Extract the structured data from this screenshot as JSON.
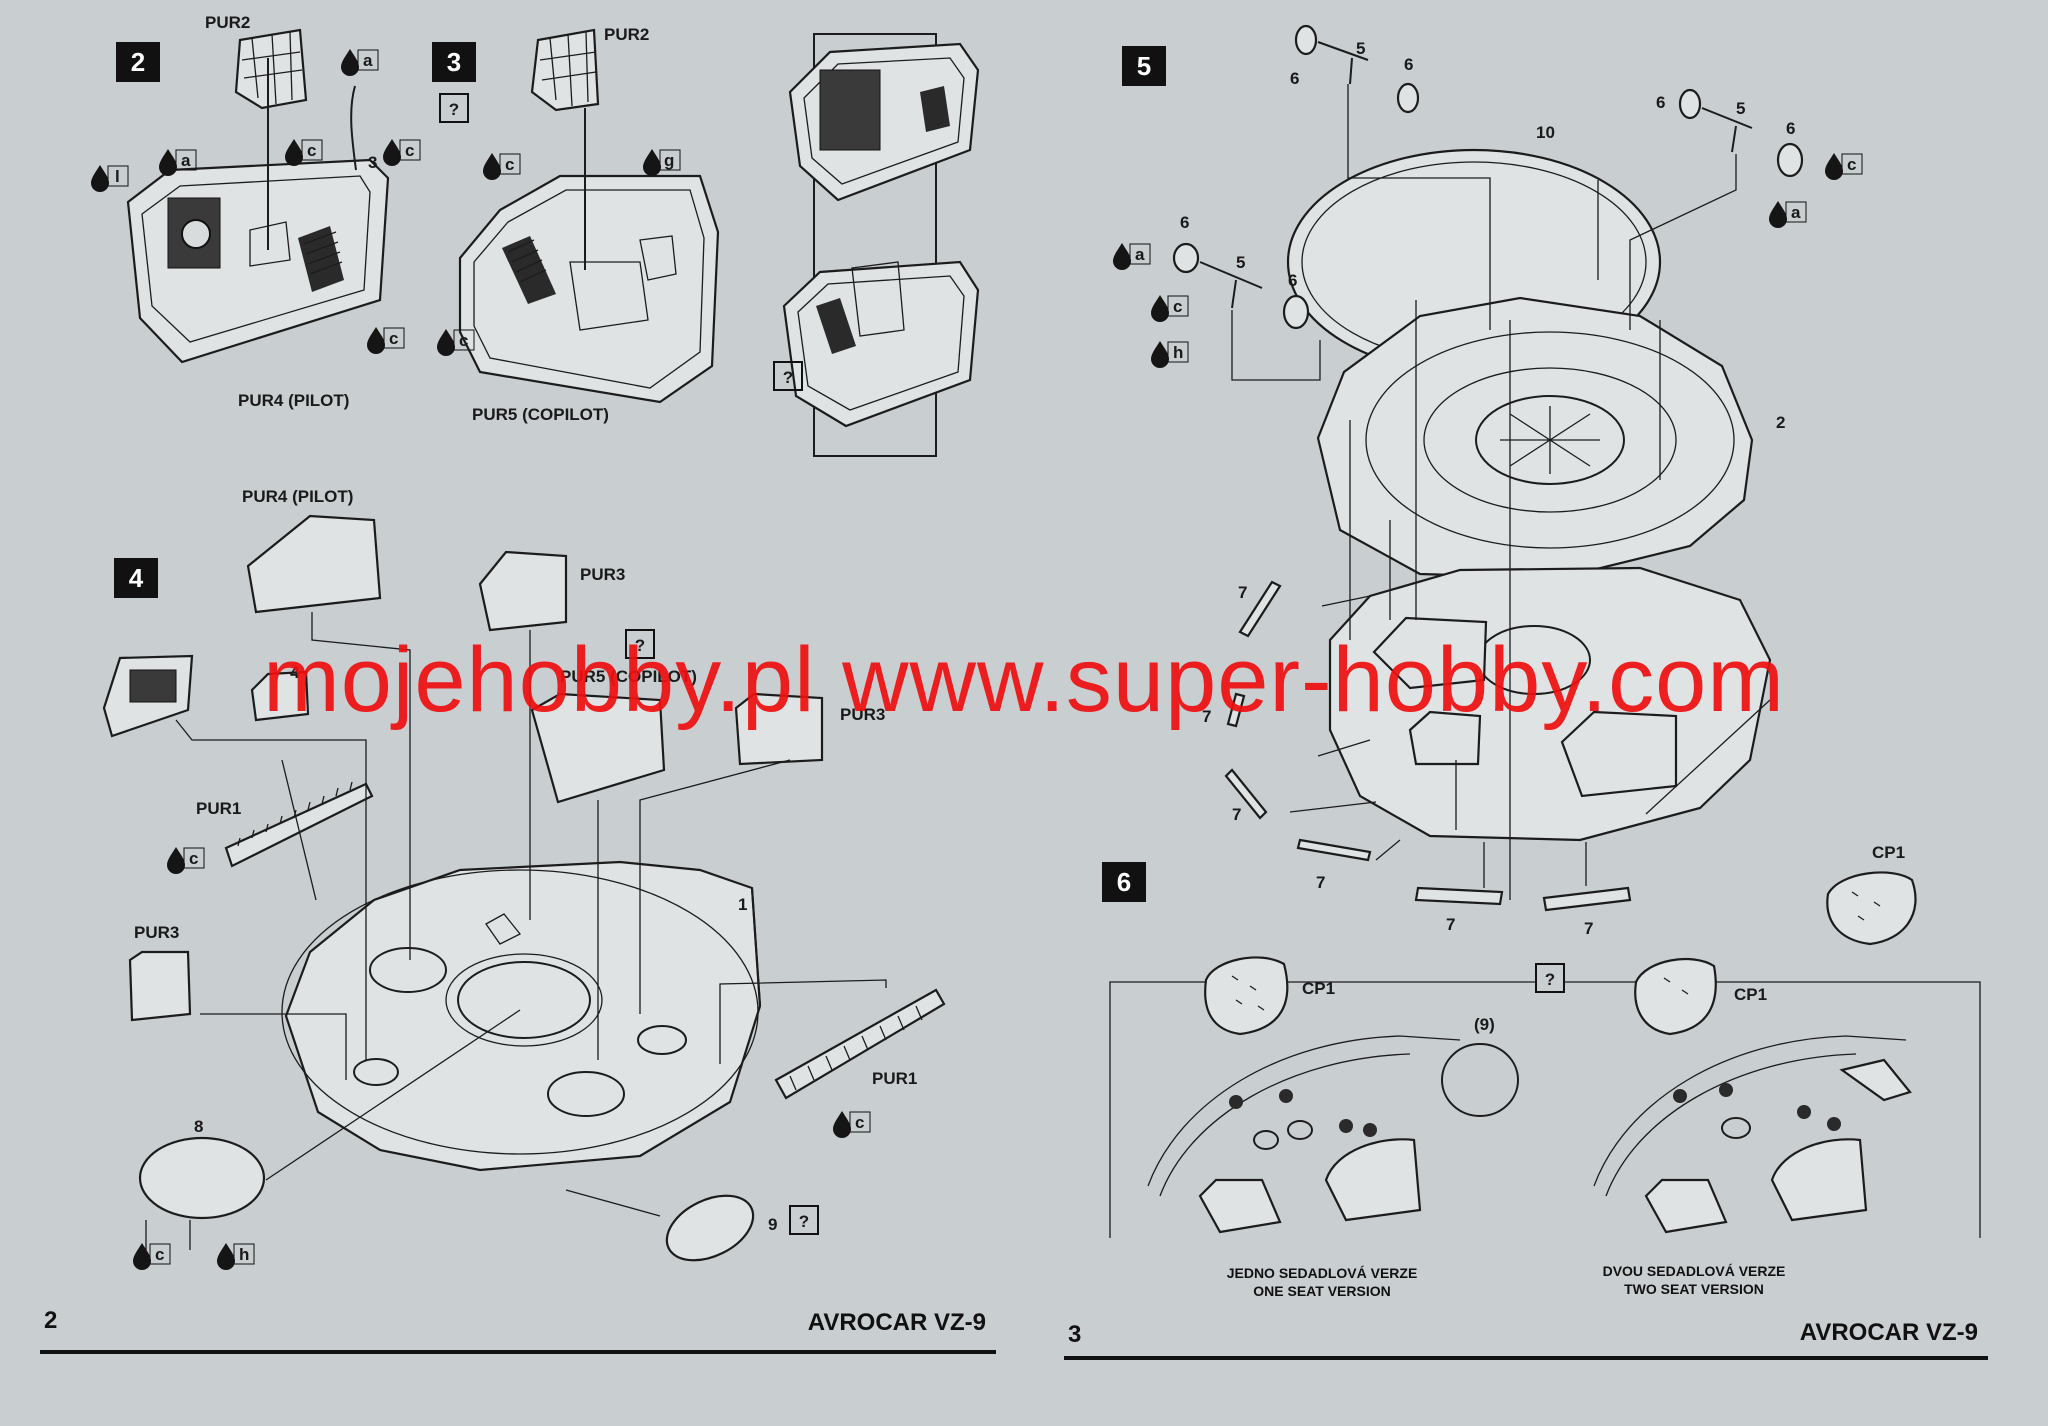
{
  "watermark": "mojehobby.pl www.super-hobby.com",
  "left_page": {
    "number": "2",
    "title": "AVROCAR VZ-9",
    "steps": [
      "2",
      "3",
      "4"
    ],
    "labels": {
      "pur2_a": "PUR2",
      "pur2_b": "PUR2",
      "pur4_pilot_top": "PUR4 (PILOT)",
      "pur5_copilot_top": "PUR5 (COPILOT)",
      "pur4_pilot_mid": "PUR4 (PILOT)",
      "pur3_a": "PUR3",
      "pur5_copilot_mid": "PUR5 (COPILOT)",
      "pur3_b": "PUR3",
      "pur1_a": "PUR1",
      "pur3_c": "PUR3",
      "pur1_b": "PUR1",
      "part_1": "1",
      "part_3": "3",
      "part_4": "4",
      "part_8": "8",
      "part_9": "9"
    },
    "paint_codes": [
      "a",
      "c",
      "l",
      "a",
      "c",
      "c",
      "c",
      "g",
      "c",
      "c",
      "c",
      "c",
      "h"
    ],
    "question_marks": [
      "?",
      "?",
      "?",
      "?"
    ]
  },
  "right_page": {
    "number": "3",
    "title": "AVROCAR VZ-9",
    "steps": [
      "5",
      "6"
    ],
    "labels": {
      "part_10": "10",
      "part_2": "2",
      "part_5": "5",
      "part_6": "6",
      "part_7": "7",
      "cp1": "CP1",
      "part_9_ref": "(9)"
    },
    "paint_codes": [
      "c",
      "a",
      "a",
      "c",
      "h"
    ],
    "question_marks": [
      "?"
    ],
    "captions": {
      "one_cz": "JEDNO SEDADLOVÁ VERZE",
      "one_en": "ONE SEAT VERSION",
      "two_cz": "DVOU SEDADLOVÁ VERZE",
      "two_en": "TWO SEAT VERSION"
    }
  },
  "colors": {
    "paper": "#c9ced0",
    "ink": "#1c1c1c",
    "watermark": "#f00f0f"
  }
}
